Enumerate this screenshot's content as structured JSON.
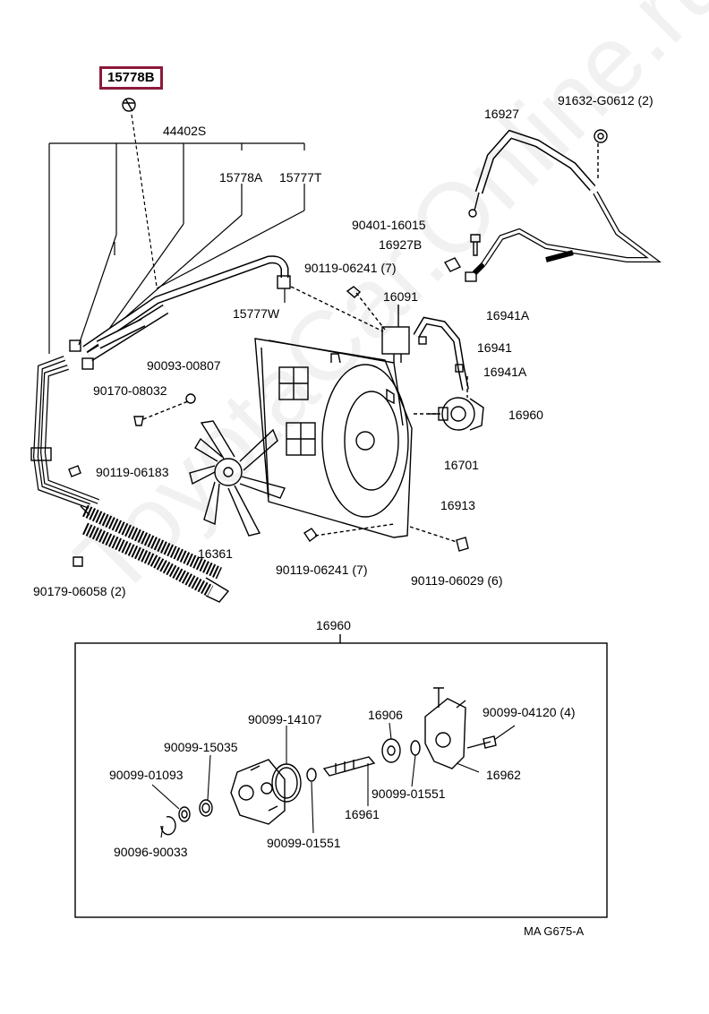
{
  "highlighted_part": "15778B",
  "watermark": "ToyotaCar.Online.ru",
  "diagram_code": "MA G675-A",
  "colors": {
    "highlight": "#8b1a3a",
    "line": "#000000"
  },
  "labels": {
    "p44402S": "44402S",
    "p15778A": "15778A",
    "p15777T": "15777T",
    "p15777W": "15777W",
    "p16927": "16927",
    "p91632": "91632-G0612 (2)",
    "p90401": "90401-16015",
    "p16927B": "16927B",
    "p90119_7a": "90119-06241 (7)",
    "p16091": "16091",
    "p16941A_a": "16941A",
    "p16941": "16941",
    "p16941A_b": "16941A",
    "p16960_top": "16960",
    "p16701": "16701",
    "p16913": "16913",
    "p90093": "90093-00807",
    "p90170": "90170-08032",
    "p90119_06183": "90119-06183",
    "p16361": "16361",
    "p90119_7b": "90119-06241 (7)",
    "p90119_06029": "90119-06029 (6)",
    "p90179": "90179-06058 (2)",
    "p16960_box": "16960",
    "p90099_14107": "90099-14107",
    "p16906": "16906",
    "p90099_04120": "90099-04120 (4)",
    "p90099_15035": "90099-15035",
    "p90099_01093": "90099-01093",
    "p16962": "16962",
    "p90099_01551a": "90099-01551",
    "p16961": "16961",
    "p90096": "90096-90033",
    "p90099_01551b": "90099-01551"
  }
}
